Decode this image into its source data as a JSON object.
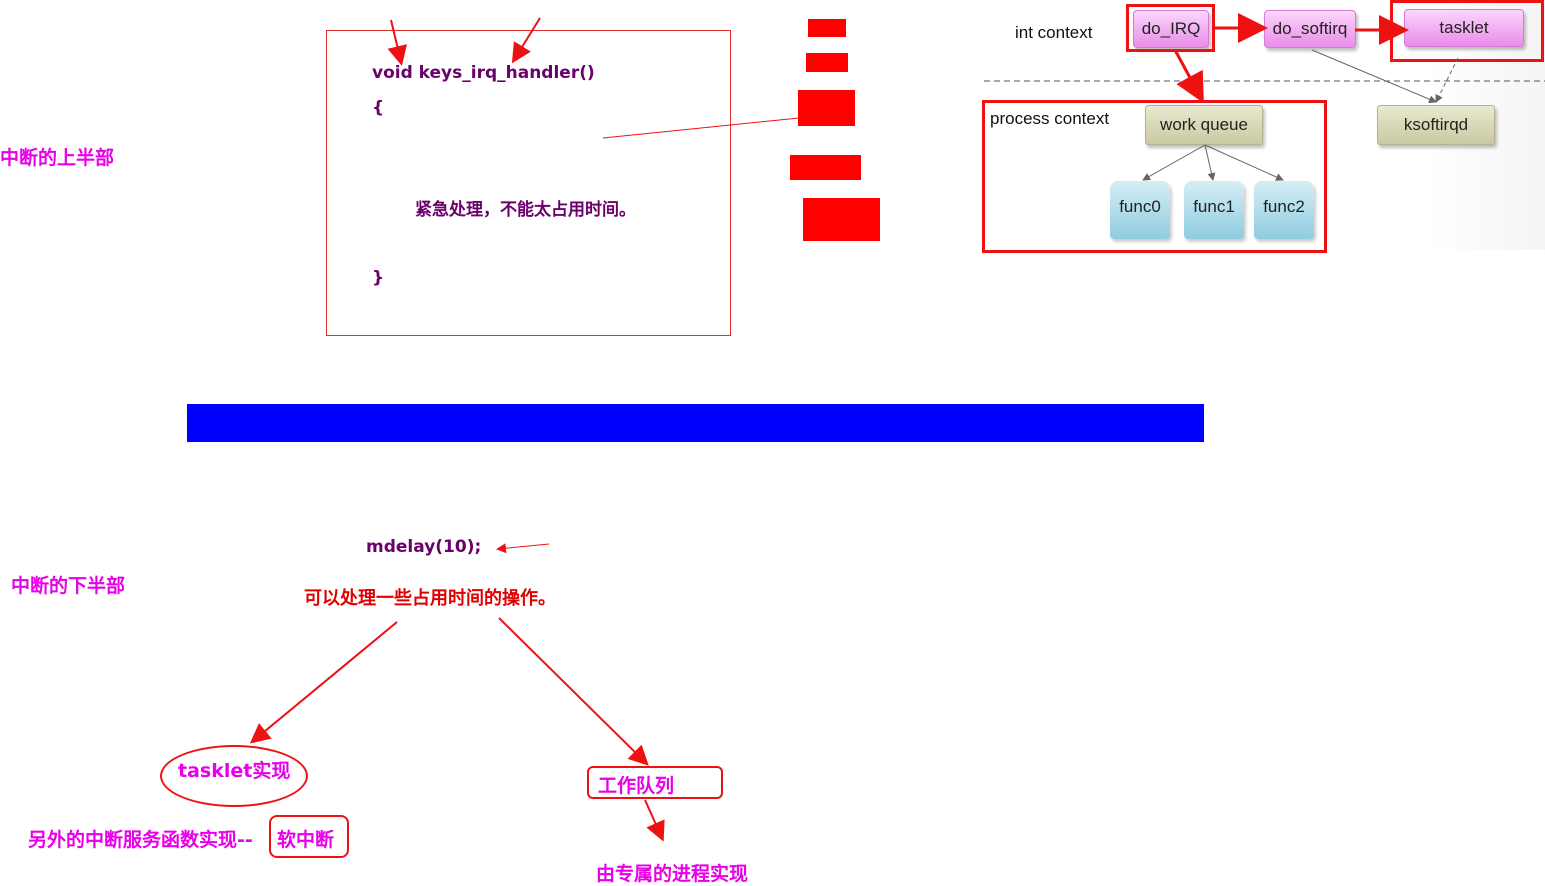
{
  "left_labels": {
    "top_half": "中断的上半部",
    "bottom_half": "中断的下半部"
  },
  "code": {
    "signature": "void keys_irq_handler()",
    "open_brace": "{",
    "comment": "紧急处理，不能太占用时间。",
    "close_brace": "}"
  },
  "bottom": {
    "mdelay": "mdelay(10);",
    "note": "可以处理一些占用时间的操作。",
    "tasklet": "tasklet实现",
    "softirq_desc": "另外的中断服务函数实现--",
    "softirq": "软中断",
    "workqueue": "工作队列",
    "workqueue_desc": "由专属的进程实现"
  },
  "diagram": {
    "int_context": "int context",
    "process_context": "process context",
    "do_irq": "do_IRQ",
    "do_softirq": "do_softirq",
    "tasklet": "tasklet",
    "ksoftirqd": "ksoftirqd",
    "work_queue": "work queue",
    "funcs": [
      "func0",
      "func1",
      "func2"
    ]
  },
  "colors": {
    "magenta": "#e800e8",
    "purple": "#6a006a",
    "red": "#ff0000",
    "blue": "#0000ff"
  }
}
